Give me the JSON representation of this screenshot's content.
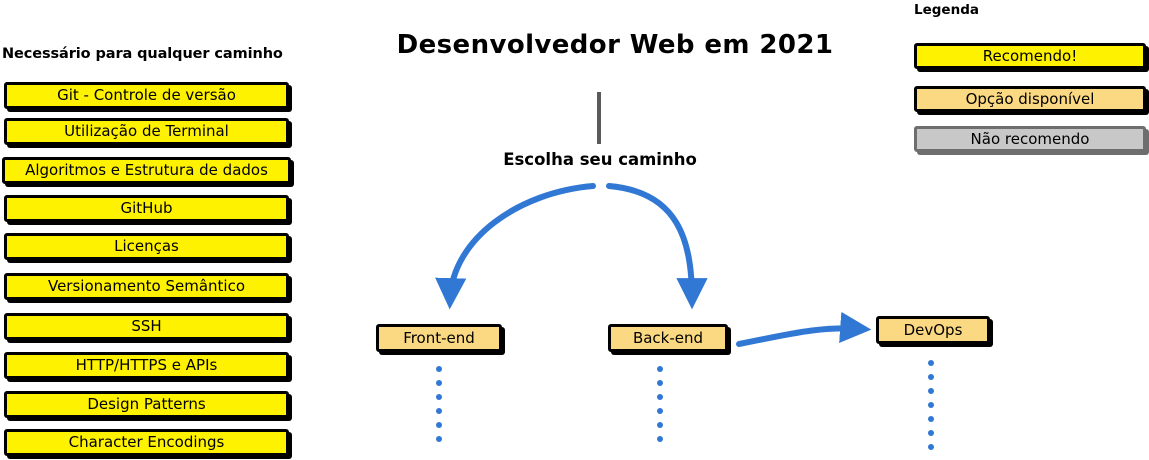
{
  "title": "Desenvolvedor Web em 2021",
  "colors": {
    "recommended": "#FFF200",
    "optional": "#FBD882",
    "not_recommended": "#C8C8C8",
    "arrow": "#3178D4",
    "stem": "#5A5A5A",
    "outline": "#000000"
  },
  "required_column": {
    "heading": "Necessário para qualquer caminho",
    "items": [
      {
        "label": "Git - Controle de versão",
        "style": "recommended"
      },
      {
        "label": "Utilização de Terminal",
        "style": "recommended"
      },
      {
        "label": "Algoritmos e Estrutura de dados",
        "style": "recommended"
      },
      {
        "label": "GitHub",
        "style": "recommended"
      },
      {
        "label": "Licenças",
        "style": "recommended"
      },
      {
        "label": "Versionamento Semântico",
        "style": "recommended"
      },
      {
        "label": "SSH",
        "style": "recommended"
      },
      {
        "label": "HTTP/HTTPS e APIs",
        "style": "recommended"
      },
      {
        "label": "Design Patterns",
        "style": "recommended"
      },
      {
        "label": "Character Encodings",
        "style": "recommended"
      }
    ]
  },
  "flow": {
    "choose_label": "Escolha seu caminho",
    "paths": [
      {
        "label": "Front-end",
        "style": "optional"
      },
      {
        "label": "Back-end",
        "style": "optional"
      },
      {
        "label": "DevOps",
        "style": "optional"
      }
    ]
  },
  "legend": {
    "title": "Legenda",
    "entries": [
      {
        "label": "Recomendo!",
        "style": "recommended"
      },
      {
        "label": "Opção disponível",
        "style": "optional"
      },
      {
        "label": "Não recomendo",
        "style": "not_recommended"
      }
    ]
  }
}
